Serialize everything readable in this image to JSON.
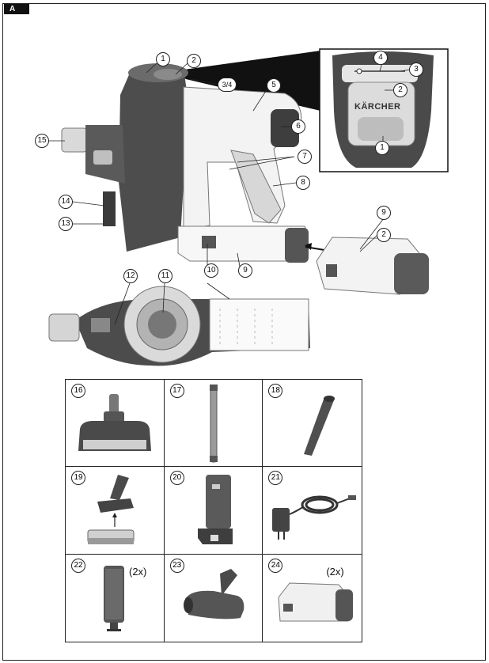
{
  "figure": {
    "label": "A",
    "brand_logo": "KÄRCHER",
    "callouts": {
      "c1": "1",
      "c2": "2",
      "c34": "3/4",
      "c5": "5",
      "c6": "6",
      "c7": "7",
      "c8": "8",
      "c9": "9",
      "c10": "10",
      "c11": "11",
      "c12": "12",
      "c13": "13",
      "c14": "14",
      "c15": "15",
      "z1": "1",
      "z2": "2",
      "z3": "3",
      "z4": "4",
      "b9": "9",
      "b2": "2"
    }
  },
  "accessories": [
    {
      "num": "16",
      "qty": ""
    },
    {
      "num": "17",
      "qty": ""
    },
    {
      "num": "18",
      "qty": ""
    },
    {
      "num": "19",
      "qty": ""
    },
    {
      "num": "20",
      "qty": ""
    },
    {
      "num": "21",
      "qty": ""
    },
    {
      "num": "22",
      "qty": "(2x)"
    },
    {
      "num": "23",
      "qty": ""
    },
    {
      "num": "24",
      "qty": "(2x)"
    }
  ]
}
